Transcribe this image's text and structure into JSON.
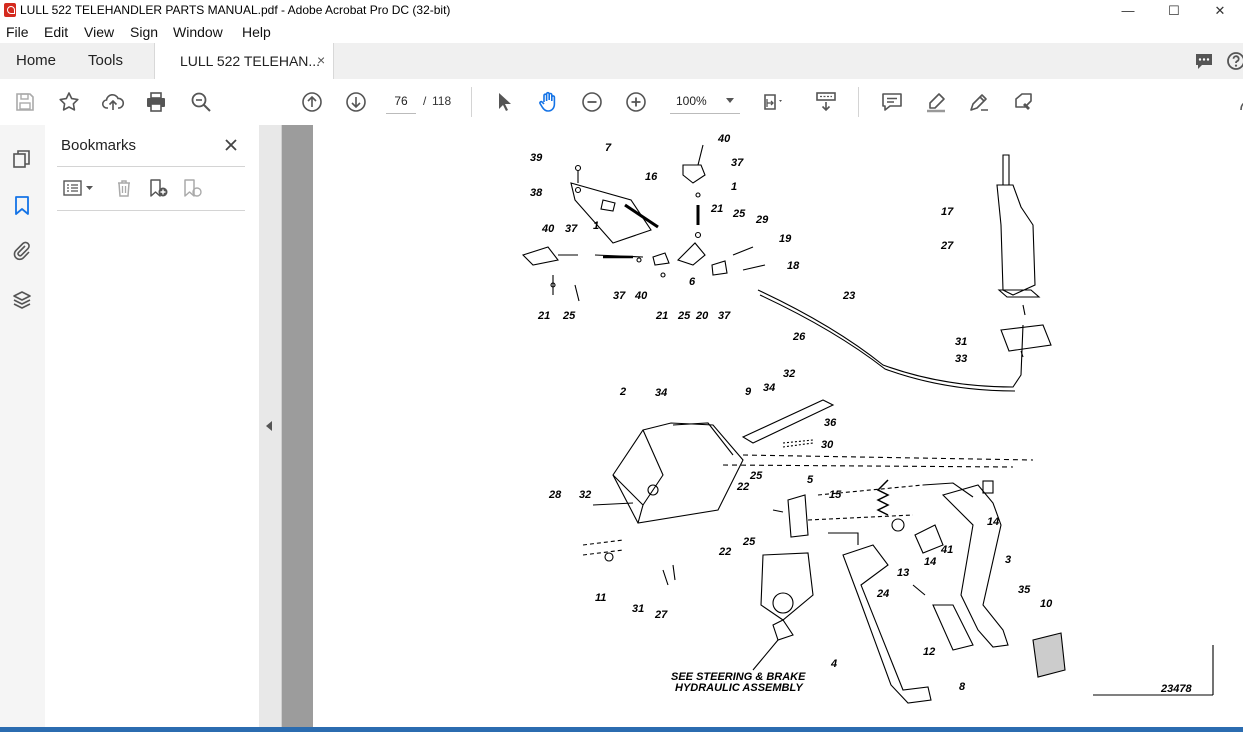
{
  "window": {
    "title": "LULL 522 TELEHANDLER PARTS MANUAL.pdf - Adobe Acrobat Pro DC (32-bit)",
    "minimize": "—",
    "restore": "☐",
    "close": "✕"
  },
  "menu": [
    "File",
    "Edit",
    "View",
    "Sign",
    "Window",
    "Help"
  ],
  "tabs": {
    "home": "Home",
    "tools": "Tools",
    "document": "LULL 522 TELEHAN...",
    "close": "×"
  },
  "toolbar": {
    "current_page": "76",
    "separator": "/",
    "total_pages": "118",
    "zoom": "100%"
  },
  "bookmarks": {
    "title": "Bookmarks"
  },
  "diagram": {
    "labels": [
      "39",
      "7",
      "40",
      "37",
      "38",
      "16",
      "1",
      "21",
      "25",
      "29",
      "19",
      "40",
      "37",
      "1",
      "6",
      "18",
      "37",
      "40",
      "21",
      "25",
      "20",
      "37",
      "21",
      "25",
      "23",
      "17",
      "27",
      "31",
      "33",
      "26",
      "34",
      "32",
      "2",
      "34",
      "9",
      "36",
      "30",
      "25",
      "5",
      "22",
      "15",
      "28",
      "32",
      "22",
      "25",
      "14",
      "41",
      "14",
      "13",
      "3",
      "24",
      "35",
      "10",
      "11",
      "31",
      "27",
      "12",
      "8",
      "4",
      "23478"
    ],
    "note_line1": "SEE STEERING & BRAKE",
    "note_line2": "HYDRAULIC ASSEMBLY"
  },
  "colors": {
    "acrobat_red": "#d42a1e",
    "accent_blue": "#1473e6"
  }
}
